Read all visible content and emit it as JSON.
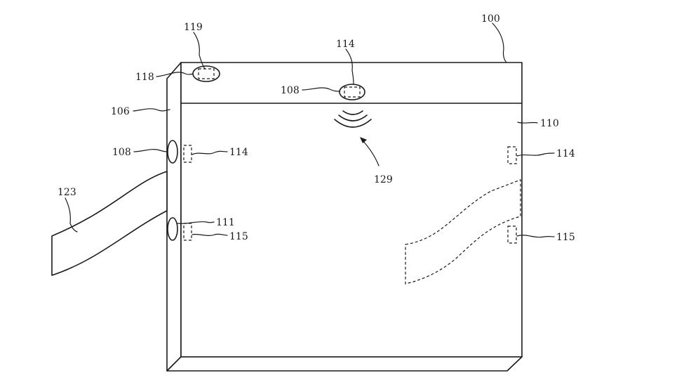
{
  "labels": {
    "l100": "100",
    "l119": "119",
    "l118": "118",
    "l114_top": "114",
    "l108_top": "108",
    "l106": "106",
    "l110": "110",
    "l108_side": "108",
    "l114_left": "114",
    "l114_right": "114",
    "l129": "129",
    "l123": "123",
    "l111": "111",
    "l115_left": "115",
    "l115_right": "115"
  }
}
